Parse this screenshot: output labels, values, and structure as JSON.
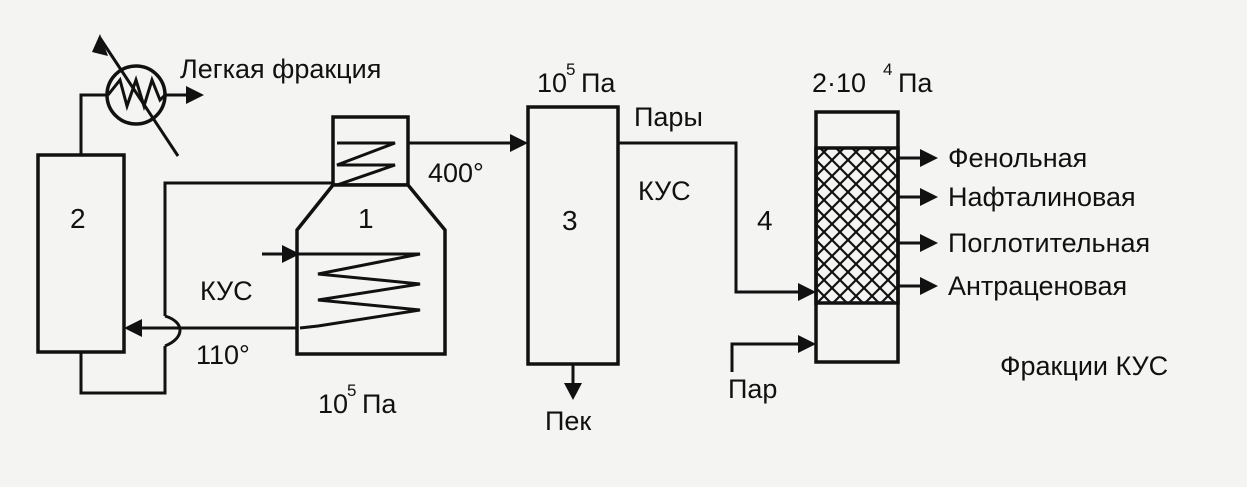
{
  "labels": {
    "light_fraction": "Легкая фракция",
    "col3_pressure_base": "10",
    "col3_pressure_exp": "5",
    "col3_pressure_unit": "Па",
    "col4_pressure_prefix": "2·10",
    "col4_pressure_exp": "4",
    "col4_pressure_unit": "Па",
    "furnace_pressure_base": "10",
    "furnace_pressure_exp": "5",
    "furnace_pressure_unit": "Па",
    "temp_400": "400°",
    "temp_110": "110°",
    "vapors": "Пары",
    "kus_top": "КУС",
    "kus_left": "КУС",
    "pitch": "Пек",
    "steam": "Пар",
    "caption": "Фракции КУС"
  },
  "units": {
    "u1": "1",
    "u2": "2",
    "u3": "3",
    "u4": "4"
  },
  "fractions": [
    "Фенольная",
    "Нафталиновая",
    "Поглотительная",
    "Антраценовая"
  ]
}
